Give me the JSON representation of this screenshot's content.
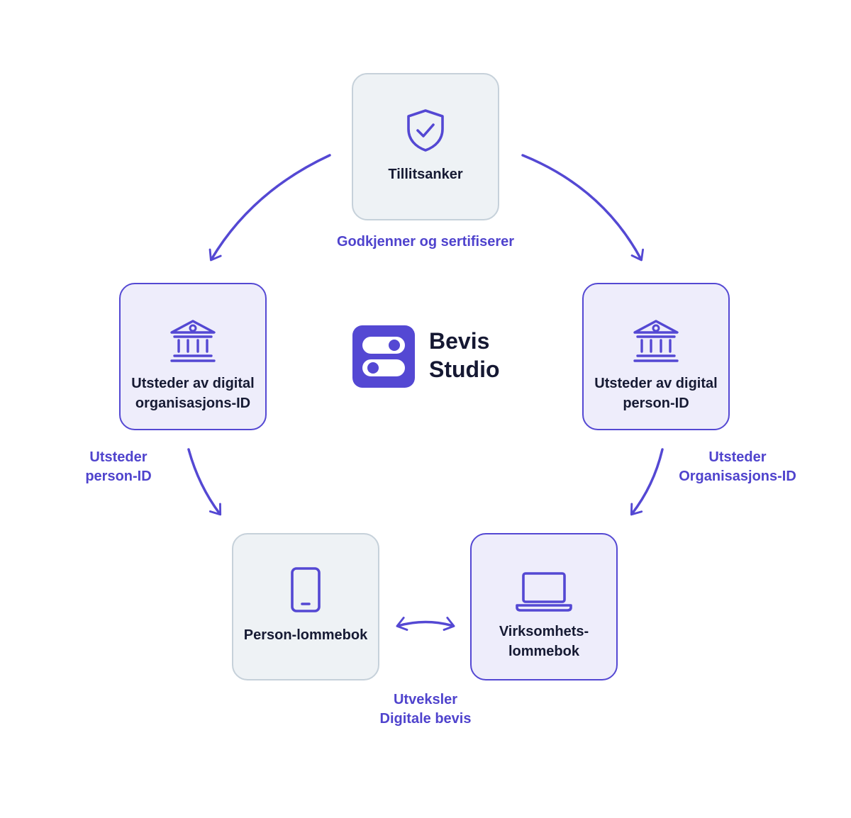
{
  "colors": {
    "accent": "#5448d3",
    "text": "#161a33",
    "edge_label": "#4f43cd",
    "grey_fill": "#eef2f5",
    "grey_border": "#c6d1da",
    "purple_fill": "#eeedfb"
  },
  "brand": {
    "name": "Bevis\nStudio",
    "logo_icon": "toggle-switches-logo"
  },
  "nodes": {
    "trust_anchor": {
      "label": "Tillitsanker",
      "icon": "shield-check-icon"
    },
    "issuer_org": {
      "label": "Utsteder av digital\norganisasjons-ID",
      "icon": "bank-building-icon"
    },
    "issuer_person": {
      "label": "Utsteder av digital\nperson-ID",
      "icon": "bank-building-icon"
    },
    "person_wallet": {
      "label": "Person-lommebok",
      "icon": "smartphone-icon"
    },
    "business_wallet": {
      "label": "Virksomhets-\nlommebok",
      "icon": "laptop-icon"
    }
  },
  "edges": {
    "approves": "Godkjenner og sertifiserer",
    "issues_person_id": "Utsteder\nperson-ID",
    "issues_org_id": "Utsteder\nOrganisasjons-ID",
    "exchanges": "Utveksler\nDigitale bevis"
  }
}
